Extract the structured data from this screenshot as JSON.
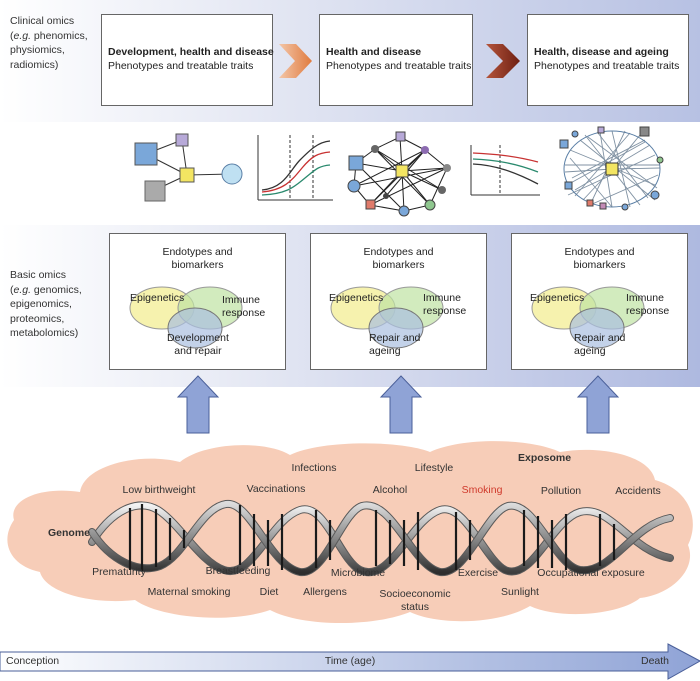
{
  "clinical_omics": {
    "label_lines": [
      "Clinical omics",
      "(e.g. phenomics,",
      "physiomics,",
      "radiomics)"
    ],
    "stages": [
      {
        "title": "Development, health and disease",
        "subtitle": "Phenotypes and treatable traits"
      },
      {
        "title": "Health and disease",
        "subtitle": "Phenotypes and treatable traits"
      },
      {
        "title": "Health, disease and ageing",
        "subtitle": "Phenotypes and treatable traits"
      }
    ]
  },
  "basic_omics": {
    "label_lines": [
      "Basic omics",
      "(e.g. genomics,",
      "epigenomics,",
      "proteomics,",
      "metabolomics)"
    ],
    "heading_lines": [
      "Endotypes and",
      "biomarkers"
    ],
    "venn_left": "Epigenetics",
    "venn_right_lines": [
      "Immune",
      "response"
    ],
    "venn_bottom": [
      [
        "Development",
        "and repair"
      ],
      [
        "Repair and",
        "ageing"
      ],
      [
        "Repair and",
        "ageing"
      ]
    ]
  },
  "cloud": {
    "genome": "Genome",
    "exposome": "Exposome",
    "factors_top": [
      "Infections",
      "Lifestyle",
      "Low birthweight",
      "Vaccinations",
      "Alcohol",
      "Smoking",
      "Pollution",
      "Accidents"
    ],
    "factors_bottom": [
      "Breastfeeding",
      "Prematurity",
      "Maternal smoking",
      "Diet",
      "Allergens",
      "Microbiome",
      "Socioeconomic status",
      "Exercise",
      "Sunlight",
      "Occupational exposure"
    ],
    "highlight_color": "#d03a2c"
  },
  "timeline": {
    "start": "Conception",
    "middle": "Time (age)",
    "end": "Death"
  },
  "colors": {
    "band": "#b7c1e3",
    "cloud": "#f7cdb8",
    "arrow": "#8fa3d6",
    "venn_yellow": "#f4ef9a",
    "venn_green": "#bfe2a3",
    "venn_blue": "#a9bfe0"
  }
}
